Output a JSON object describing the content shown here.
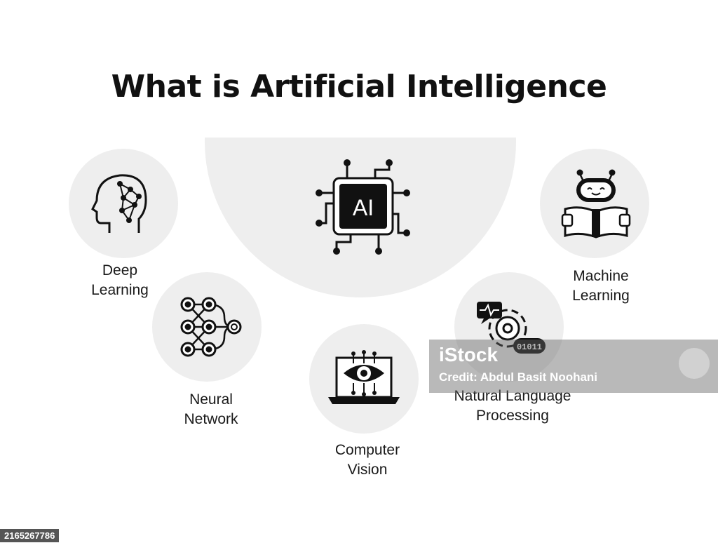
{
  "title": "What is Artificial Intelligence",
  "center": {
    "chip_text": "AI",
    "icon": "ai-chip-icon"
  },
  "nodes": {
    "deep_learning": {
      "line1": "Deep",
      "line2": "Learning",
      "icon": "head-network-icon"
    },
    "neural_network": {
      "line1": "Neural",
      "line2": "Network",
      "icon": "neural-network-icon"
    },
    "computer_vision": {
      "line1": "Computer",
      "line2": "Vision",
      "icon": "laptop-eye-icon"
    },
    "nlp": {
      "line1": "Natural Language",
      "line2": "Processing",
      "icon": "gear-speech-icon",
      "binary": "01011"
    },
    "machine_learning": {
      "line1": "Machine",
      "line2": "Learning",
      "icon": "robot-book-icon"
    }
  },
  "watermark": {
    "logo": "iStock",
    "credit": "Credit: Abdul Basit Noohani"
  },
  "image_id": "2165267786",
  "colors": {
    "circle_fill": "#eeeeee",
    "ink": "#111111"
  }
}
